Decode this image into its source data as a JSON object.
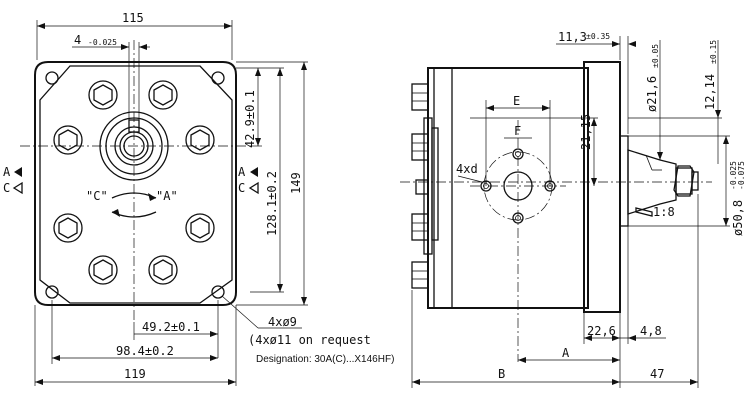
{
  "left_view": {
    "dim_top_width": "115",
    "dim_keyway_base": "4",
    "dim_keyway_tol": "-0.025",
    "dim_vertical_top": "42.9±0.1",
    "dim_vertical_mid": "128.1±0.2",
    "dim_height": "149",
    "dim_half_bolt": "49.2±0.1",
    "dim_bolt_span": "98.4±0.2",
    "dim_bottom_width": "119",
    "port_a_left": "A",
    "port_c_left": "C",
    "port_a_right": "A",
    "port_c_right": "C",
    "rotation_c": "\"C\"",
    "rotation_a": "\"A\"",
    "hole_note": "4xø9",
    "hole_option": "(4xø11 on request",
    "designation": "Designation: 30A(C)...X146HF)"
  },
  "right_view": {
    "dim_flange_thk_base": "11,3",
    "dim_flange_thk_tol": "±0.35",
    "dim_shaft_dia_base": "ø21,6",
    "dim_shaft_dia_tol": "±0.05",
    "dim_taper_len_base": "12,14",
    "dim_taper_len_tol": "±0.15",
    "dim_pilot_dia_base": "ø50,8",
    "dim_pilot_dia_tol_top": "-0.025",
    "dim_pilot_dia_tol_bot": "-0.075",
    "dim_21_15": "21,15",
    "label_e": "E",
    "label_f": "F",
    "label_4xd": "4xd",
    "taper": "1:8",
    "dim_22_6": "22,6",
    "dim_4_8": "4,8",
    "label_a": "A",
    "label_b": "B",
    "dim_47": "47"
  }
}
